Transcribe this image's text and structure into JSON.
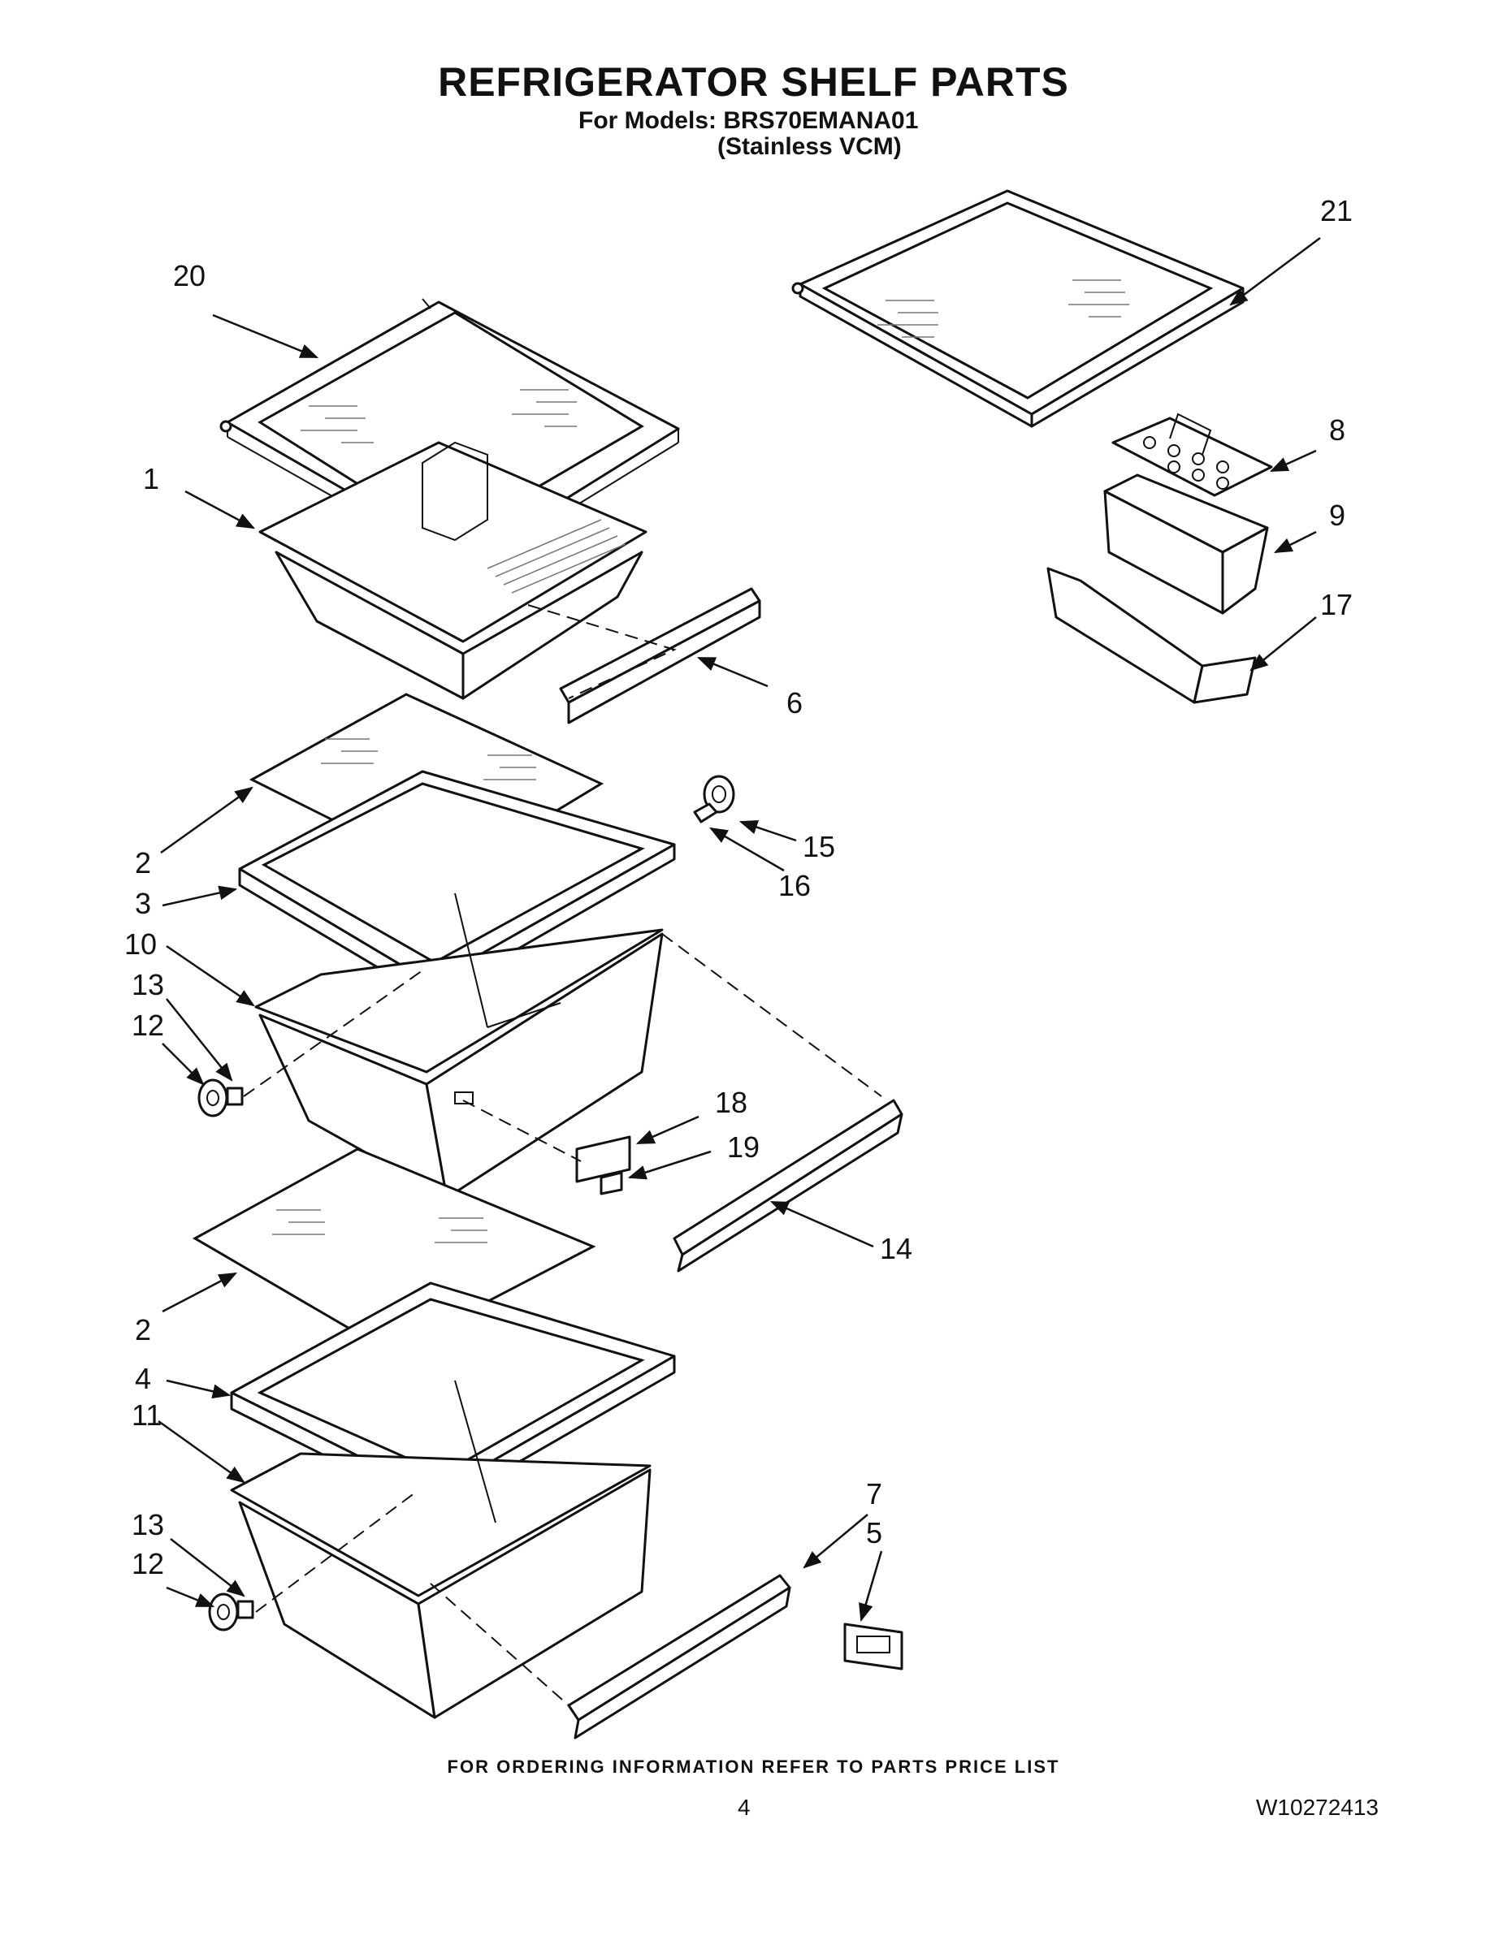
{
  "header": {
    "title": "REFRIGERATOR SHELF PARTS",
    "models_line": "For Models: BRS70EMANA01",
    "variant_line": "(Stainless VCM)"
  },
  "callouts": {
    "c1": "1",
    "c2a": "2",
    "c2b": "2",
    "c3": "3",
    "c4": "4",
    "c5": "5",
    "c6": "6",
    "c7": "7",
    "c8": "8",
    "c9": "9",
    "c10": "10",
    "c11": "11",
    "c12a": "12",
    "c12b": "12",
    "c13a": "13",
    "c13b": "13",
    "c14": "14",
    "c15": "15",
    "c16": "16",
    "c17": "17",
    "c18": "18",
    "c19": "19",
    "c20": "20",
    "c21": "21"
  },
  "footer": {
    "ordering_note": "FOR ORDERING INFORMATION REFER TO PARTS PRICE LIST",
    "page_number": "4",
    "doc_number": "W10272413"
  }
}
